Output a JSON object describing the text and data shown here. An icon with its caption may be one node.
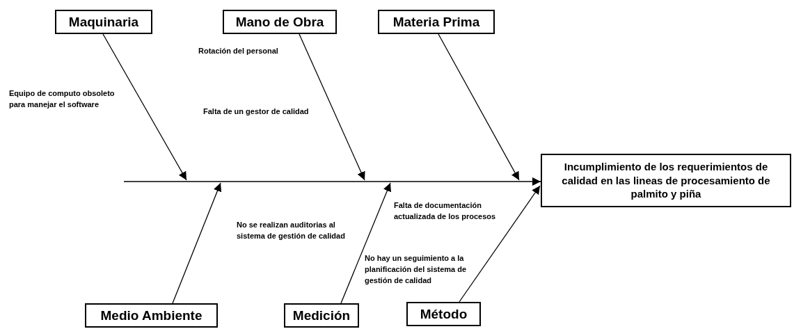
{
  "diagram": {
    "nodes": [
      {
        "text": [
          "Maquinaria"
        ]
      },
      {
        "text": [
          "Mano de Obra"
        ]
      },
      {
        "text": [
          "Materia Prima"
        ]
      },
      {
        "text": [
          "Medio Ambiente"
        ]
      },
      {
        "text": [
          "Medición"
        ]
      },
      {
        "text": [
          "Método"
        ]
      },
      {
        "text": [
          "Incumplimiento de los requerimientos de calidad en las lineas de procesamiento de palmito y piña"
        ]
      }
    ],
    "edges": [
      {
        "from": null,
        "to": 6,
        "arrow": "to"
      },
      {
        "from": 0,
        "to": null,
        "arrow": "to"
      },
      {
        "from": 1,
        "to": null,
        "arrow": "to"
      },
      {
        "from": 2,
        "to": null,
        "arrow": "to"
      },
      {
        "from": 3,
        "to": null,
        "arrow": "to"
      },
      {
        "from": 4,
        "to": null,
        "arrow": "to"
      },
      {
        "from": 5,
        "to": 6,
        "arrow": "to"
      }
    ],
    "labels": [
      "Rotación del personal",
      "Equipo de computo obsoleto para manejar el software",
      "Falta de un gestor de calidad",
      "No se realizan auditorias al sistema de gestión de calidad",
      "Falta de documentación actualizada de los procesos",
      "No hay un seguimiento a la planificación del sistema de gestión de calidad"
    ]
  }
}
